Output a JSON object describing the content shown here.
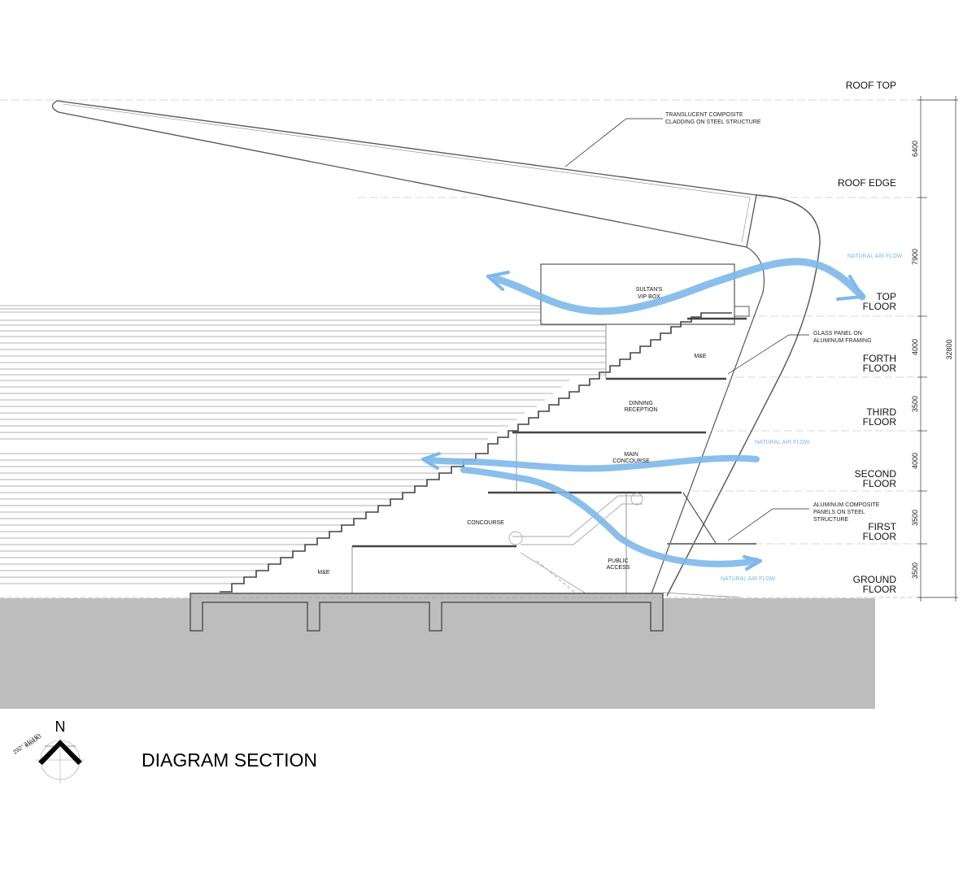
{
  "levels": [
    {
      "id": "roof-top",
      "label1": "ROOF TOP",
      "label2": ""
    },
    {
      "id": "roof-edge",
      "label1": "ROOF EDGE",
      "label2": ""
    },
    {
      "id": "top",
      "label1": "TOP",
      "label2": "FLOOR"
    },
    {
      "id": "fourth",
      "label1": "FORTH",
      "label2": "FLOOR"
    },
    {
      "id": "third",
      "label1": "THIRD",
      "label2": "FLOOR"
    },
    {
      "id": "second",
      "label1": "SECOND",
      "label2": "FLOOR"
    },
    {
      "id": "first",
      "label1": "FIRST",
      "label2": "FLOOR"
    },
    {
      "id": "ground",
      "label1": "GROUND",
      "label2": "FLOOR"
    }
  ],
  "dimensions": [
    "6400",
    "7900",
    "4000",
    "3500",
    "4000",
    "3500",
    "3500"
  ],
  "overall_dimension": "32800",
  "annotations": {
    "roof_note": [
      "TRANSLUCENT  COMPOSITE",
      "CLADDING ON STEEL STRUCTURE"
    ],
    "glass_note": [
      "GLASS PANEL ON",
      "ALUMINUM FRAMING"
    ],
    "panel_note": [
      "ALUMINUM COMPOSITE",
      "PANELS ON STEEL",
      "STRUCTURE"
    ]
  },
  "rooms": {
    "vip": [
      "SULTAN'S",
      "VIP BOX"
    ],
    "me_upper": "M&E",
    "dining": [
      "DINNING",
      "RECEPTION"
    ],
    "main_concourse": [
      "MAIN",
      "CONCOURSE"
    ],
    "concourse": "CONCOURSE",
    "public_access": [
      "PUBLIC",
      "ACCESS"
    ],
    "me_lower": "M&E"
  },
  "airflow_label": "NATURAL AIR FLOW",
  "title": "DIAGRAM SECTION",
  "north": {
    "letter": "N",
    "kiblat": "KIBLAT",
    "bearing": "292° 31' 16\""
  },
  "colors": {
    "airflow": "#7db8ea",
    "ground": "#bdbdbd",
    "structure": "#6e6e6e"
  }
}
